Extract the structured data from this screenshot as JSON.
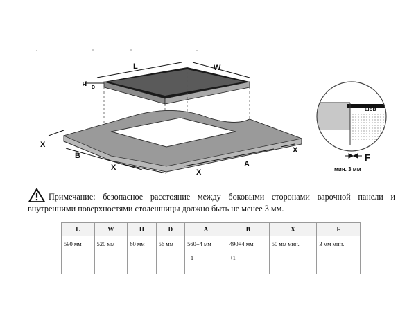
{
  "labels": {
    "L": "L",
    "W": "W",
    "H": "H",
    "D": "D",
    "B": "B",
    "A": "A",
    "X": "X",
    "F": "F",
    "seam": "шов",
    "min_gap": "мин. 3 мм"
  },
  "note": {
    "icon": "warning-icon",
    "text": "Примечание: безопасное расстояние между боковыми сторонами варочной панели и внутренними поверхностями столешницы должно быть не менее 3 мм."
  },
  "table": {
    "headers": [
      "L",
      "W",
      "H",
      "D",
      "A",
      "B",
      "X",
      "F"
    ],
    "rows": [
      [
        "590 мм",
        "520 мм",
        "60 мм",
        "56 мм",
        "560+4 мм\n\n+1",
        "490+4 мм\n\n+1",
        "50 мм мин.",
        "3 мм мин."
      ]
    ]
  }
}
